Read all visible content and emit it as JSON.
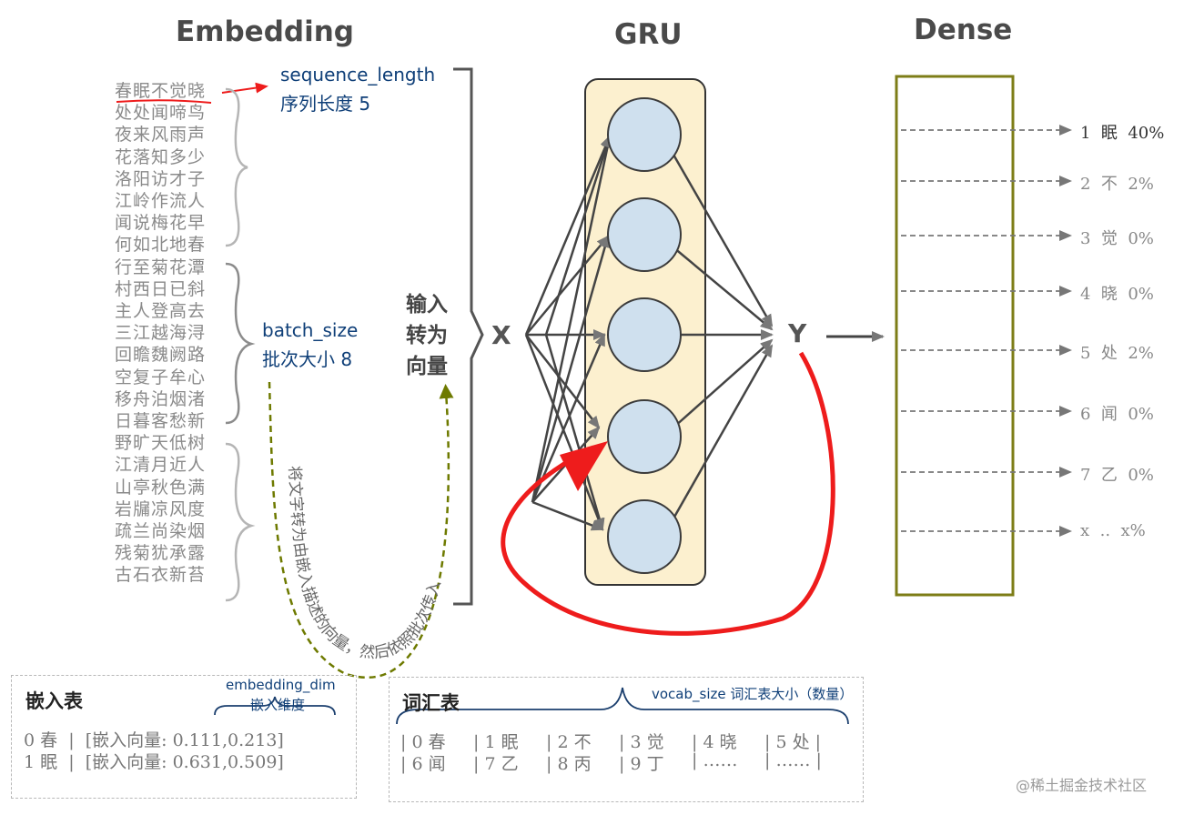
{
  "titles": {
    "embedding": "Embedding",
    "gru": "GRU",
    "dense": "Dense"
  },
  "poem": {
    "lines": [
      "春眠不觉晓",
      "处处闻啼鸟",
      "夜来风雨声",
      "花落知多少",
      "洛阳访才子",
      "江岭作流人",
      "闻说梅花早",
      "何如北地春",
      "行至菊花潭",
      "村西日已斜",
      "主人登高去",
      "三江越海浔",
      "回瞻魏阙路",
      "空复子牟心",
      "移舟泊烟渚",
      "日暮客愁新",
      "野旷天低树",
      "江清月近人",
      "山亭秋色满",
      "岩牖凉风度",
      "疏兰尚染烟",
      "残菊犹承露",
      "古石衣新苔"
    ]
  },
  "sequence": {
    "label": "sequence_length",
    "sublabel": "序列长度 5"
  },
  "batch": {
    "label": "batch_size",
    "sublabel": "批次大小 8"
  },
  "convert": {
    "lines": [
      "输入",
      "转为",
      "向量"
    ]
  },
  "gru": {
    "input_label": "X",
    "output_label": "Y"
  },
  "curve_text": "将文字转为由嵌入描述的向量，然后依照批次传入",
  "dense": {
    "outputs": [
      {
        "index": "1",
        "char": "眠",
        "prob": "40%"
      },
      {
        "index": "2",
        "char": "不",
        "prob": "2%"
      },
      {
        "index": "3",
        "char": "觉",
        "prob": "0%"
      },
      {
        "index": "4",
        "char": "晓",
        "prob": "0%"
      },
      {
        "index": "5",
        "char": "处",
        "prob": "2%"
      },
      {
        "index": "6",
        "char": "闻",
        "prob": "0%"
      },
      {
        "index": "7",
        "char": "乙",
        "prob": "0%"
      },
      {
        "index": "x",
        "char": "..",
        "prob": "x%"
      }
    ]
  },
  "embed_table": {
    "title": "嵌入表",
    "dim_label": "embedding_dim",
    "dim_sublabel": "嵌入维度",
    "rows": [
      {
        "idx": "0",
        "char": "春",
        "prefix": "[嵌入向量:",
        "values": "0.111,0.213]"
      },
      {
        "idx": "1",
        "char": "眠",
        "prefix": "[嵌入向量:",
        "values": "0.631,0.509]"
      }
    ]
  },
  "vocab_table": {
    "title": "词汇表",
    "size_label": "vocab_size 词汇表大小（数量）",
    "row1": [
      "0 春",
      "1 眠",
      "2 不",
      "3 觉",
      "4 晓",
      "5 处"
    ],
    "row2": [
      "6 闻",
      "7 乙",
      "8 丙",
      "9 丁",
      "……",
      "……"
    ]
  },
  "watermark": "@稀土掘金技术社区",
  "colors": {
    "red": "#ee1c1c",
    "olive": "#6e7a00",
    "dense_border": "#7d7d17",
    "gru_fill": "#fcf0cf",
    "node_fill": "#cfe0ee"
  }
}
